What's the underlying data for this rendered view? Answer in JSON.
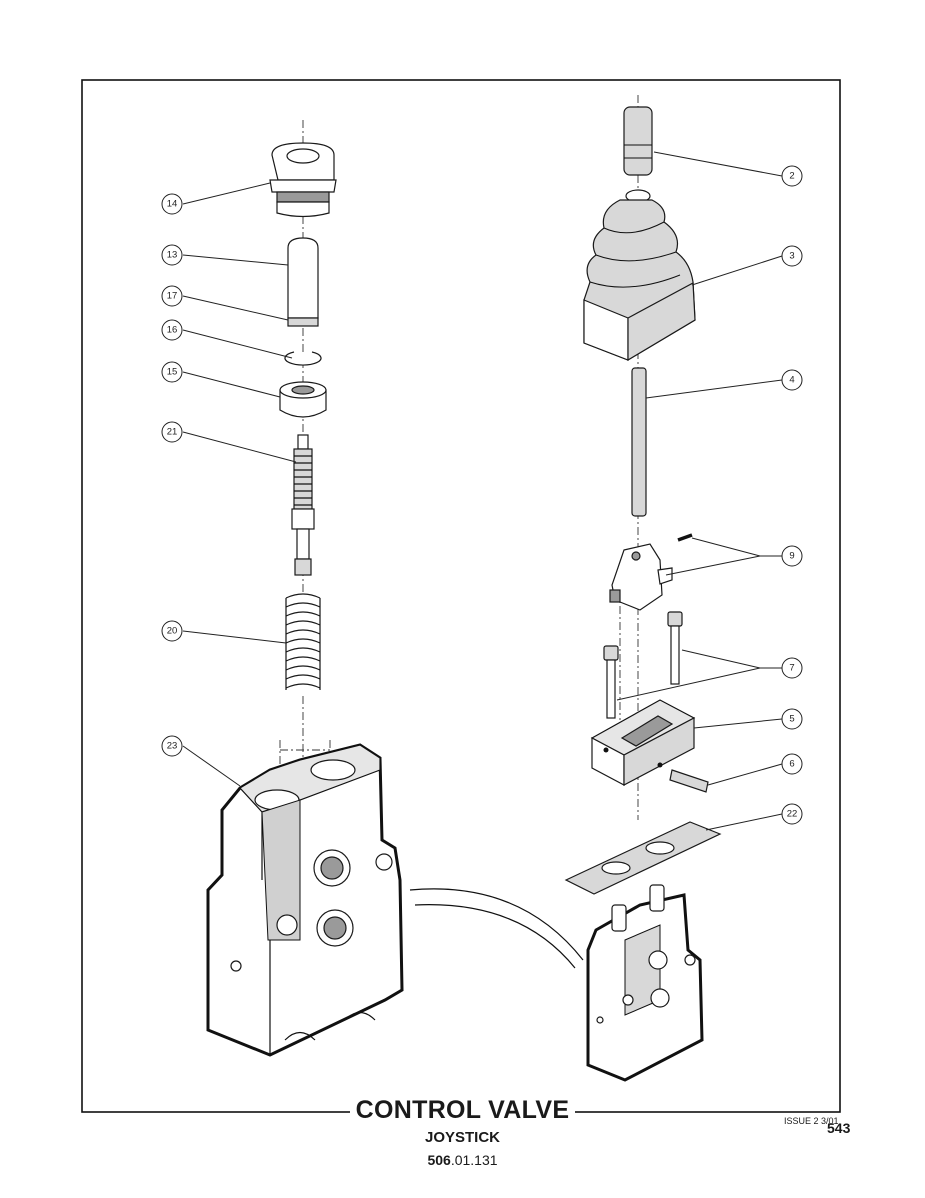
{
  "title": "CONTROL VALVE",
  "subtitle": "JOYSTICK",
  "reference": {
    "bold": "506",
    "rest": ".01.131"
  },
  "issue": "ISSUE 2 3/01",
  "page_number": "543",
  "callouts": [
    "14",
    "13",
    "17",
    "16",
    "15",
    "21",
    "20",
    "23",
    "2",
    "3",
    "4",
    "9",
    "7",
    "5",
    "6",
    "22"
  ]
}
